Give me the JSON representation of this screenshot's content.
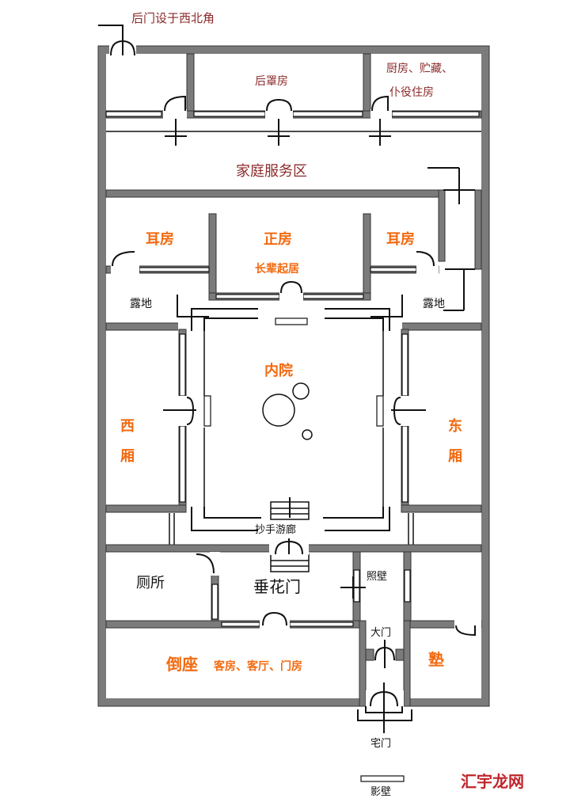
{
  "labels": {
    "back_gate_note": "后门设于西北角",
    "rear_row_house": "后罩房",
    "kitchen_storage": "厨房、贮藏、",
    "servant_quarters": "仆役住房",
    "family_service_area": "家庭服务区",
    "side_room_west": "耳房",
    "main_room": "正房",
    "main_room_sub": "长辈起居",
    "side_room_east": "耳房",
    "open_ground_west": "露地",
    "open_ground_east": "露地",
    "inner_courtyard": "内院",
    "west_wing_1": "西",
    "west_wing_2": "厢",
    "east_wing_1": "东",
    "east_wing_2": "厢",
    "veranda": "抄手游廊",
    "toilet": "厕所",
    "festoon_gate": "垂花门",
    "screen_wall_inner": "照壁",
    "main_gate": "大门",
    "reverse_house": "倒座",
    "reverse_house_sub": "客房、客厅、门房",
    "private_school": "塾",
    "house_gate": "宅门",
    "screen_wall_outer": "影壁",
    "watermark": "汇宇龙网"
  },
  "colors": {
    "wall_gray": "#7b7b7b",
    "label_dark_red": "#8b2a2a",
    "label_orange": "#f26a10",
    "watermark_red": "#c0242a"
  }
}
